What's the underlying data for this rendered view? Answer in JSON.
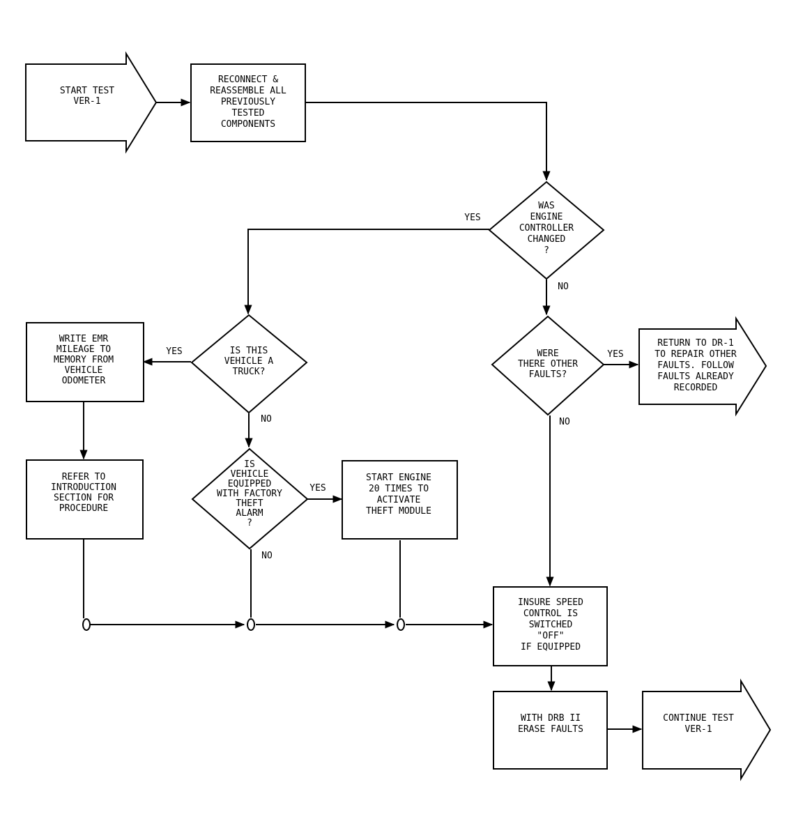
{
  "diagram": {
    "start": {
      "lines": [
        "START TEST",
        "VER-1"
      ]
    },
    "reconnect": {
      "lines": [
        "RECONNECT &",
        "REASSEMBLE ALL",
        "PREVIOUSLY",
        "TESTED",
        "COMPONENTS"
      ]
    },
    "engine_changed": {
      "lines": [
        "WAS",
        "ENGINE",
        "CONTROLLER",
        "CHANGED",
        "?"
      ]
    },
    "other_faults": {
      "lines": [
        "WERE",
        "THERE OTHER",
        "FAULTS?"
      ]
    },
    "return_dr1": {
      "lines": [
        "RETURN TO DR-1",
        "TO REPAIR OTHER",
        "FAULTS. FOLLOW",
        "FAULTS ALREADY",
        "RECORDED"
      ]
    },
    "is_truck": {
      "lines": [
        "IS THIS",
        "VEHICLE A",
        "TRUCK?"
      ]
    },
    "write_ema": {
      "lines": [
        "WRITE EMR",
        "MILEAGE TO",
        "MEMORY FROM",
        "VEHICLE",
        "ODOMETER"
      ]
    },
    "refer_intro": {
      "lines": [
        "REFER TO",
        "INTRODUCTION",
        "SECTION FOR",
        "PROCEDURE"
      ]
    },
    "theft_alarm": {
      "lines": [
        "IS",
        "VEHICLE",
        "EQUIPPED",
        "WITH FACTORY",
        "THEFT",
        "ALARM",
        "?"
      ]
    },
    "start_engine": {
      "lines": [
        "START ENGINE",
        "20 TIMES TO",
        "ACTIVATE",
        "THEFT MODULE"
      ]
    },
    "insure_speed": {
      "lines": [
        "INSURE SPEED",
        "CONTROL IS",
        "SWITCHED",
        "\"OFF\"",
        "IF EQUIPPED"
      ]
    },
    "erase_faults": {
      "lines": [
        "WITH DRB II",
        "ERASE FAULTS"
      ]
    },
    "continue": {
      "lines": [
        "CONTINUE TEST",
        "VER-1"
      ]
    },
    "labels": {
      "engine_yes": "YES",
      "engine_no": "NO",
      "faults_yes": "YES",
      "faults_no": "NO",
      "truck_yes": "YES",
      "truck_no": "NO",
      "theft_yes": "YES",
      "theft_no": "NO"
    }
  }
}
